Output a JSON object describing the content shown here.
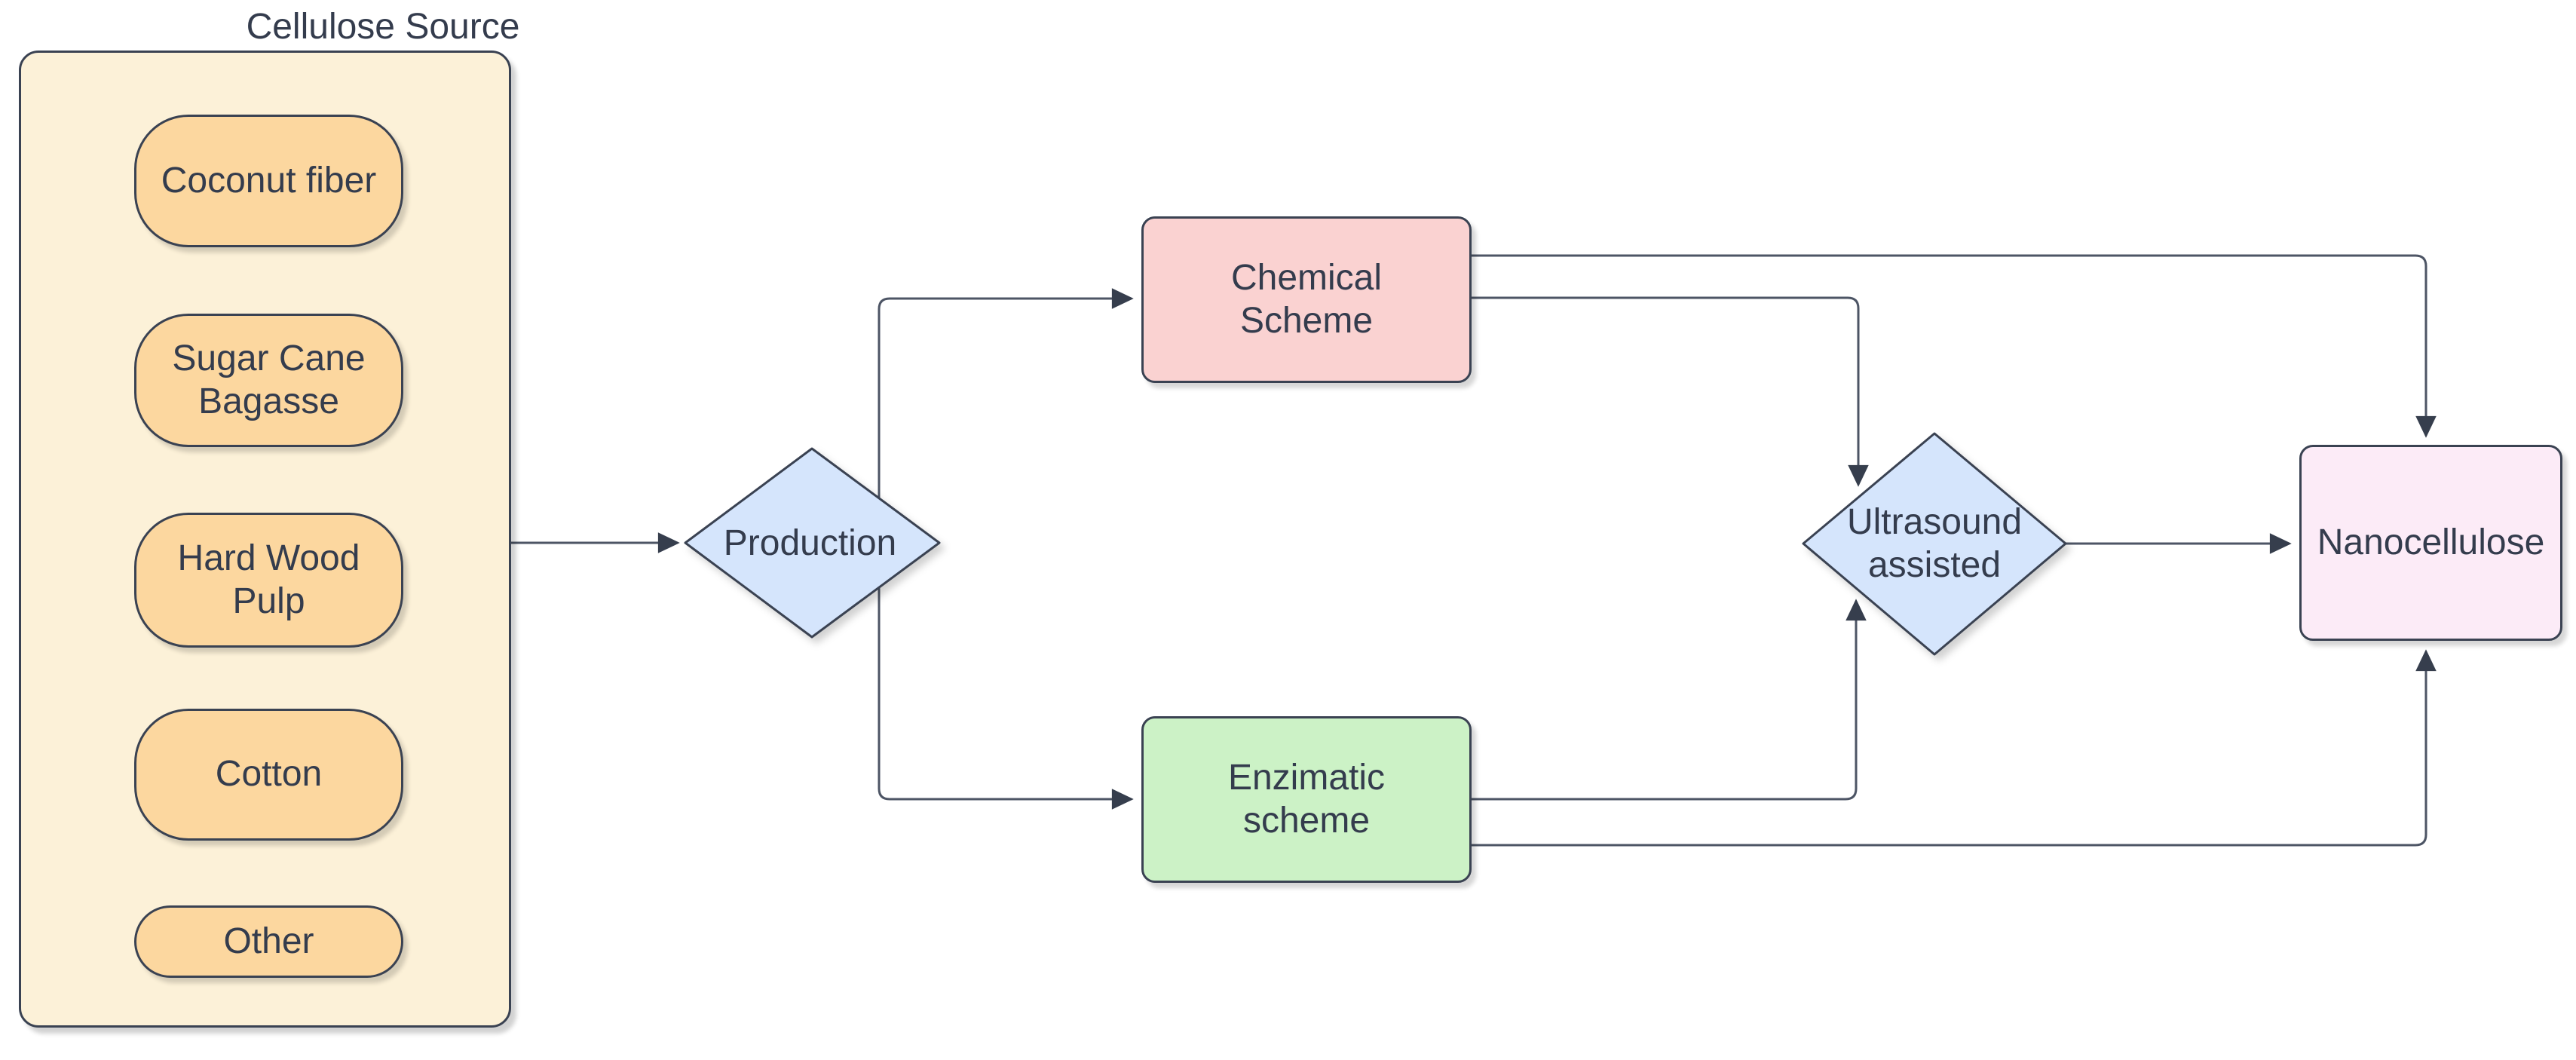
{
  "diagram": {
    "title": "Cellulose Source",
    "colors": {
      "background": "#ffffff",
      "line": "#4d5565",
      "border": "#3a4252",
      "arrow": "#363e4d",
      "text": "#343c4d",
      "container_fill": "#fcf1d8",
      "source_item_fill": "#fcd79f",
      "decision_fill": "#d5e5fc",
      "chemical_fill": "#fad2d1",
      "enzimatic_fill": "#ccf2c6",
      "nanocellulose_fill": "#fcebf7"
    },
    "container": {
      "title": "Cellulose Source",
      "items": [
        {
          "label": "Coconut fiber"
        },
        {
          "label": "Sugar Cane Bagasse"
        },
        {
          "label": "Hard Wood Pulp"
        },
        {
          "label": "Cotton"
        },
        {
          "label": "Other"
        }
      ]
    },
    "nodes": {
      "production": {
        "label": "Production",
        "shape": "diamond"
      },
      "chemical": {
        "label": "Chemical Scheme",
        "shape": "rounded-rect"
      },
      "enzimatic": {
        "label": "Enzimatic scheme",
        "shape": "rounded-rect"
      },
      "ultrasound": {
        "label": "Ultrasound assisted",
        "shape": "diamond"
      },
      "nanocellulose": {
        "label": "Nanocellulose",
        "shape": "rounded-rect"
      }
    },
    "edges": [
      {
        "from": "cellulose-source",
        "to": "production"
      },
      {
        "from": "production",
        "to": "chemical"
      },
      {
        "from": "production",
        "to": "enzimatic"
      },
      {
        "from": "chemical",
        "to": "ultrasound"
      },
      {
        "from": "chemical",
        "to": "nanocellulose"
      },
      {
        "from": "enzimatic",
        "to": "ultrasound"
      },
      {
        "from": "enzimatic",
        "to": "nanocellulose"
      },
      {
        "from": "ultrasound",
        "to": "nanocellulose"
      }
    ]
  }
}
